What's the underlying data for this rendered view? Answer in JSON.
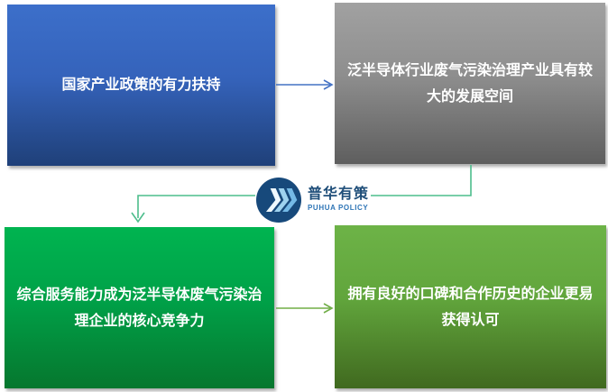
{
  "page": {
    "background_color": "#ffffff"
  },
  "diagram": {
    "boxes": [
      {
        "name": "box-policy-support",
        "label": "国家产业政策的有力扶持",
        "color_top": "#3c6fca",
        "color_bottom": "#1f4079"
      },
      {
        "name": "box-industry-space",
        "label": "泛半导体行业废气污染治理产业具有较大的发展空间",
        "color_top": "#a1a1a1",
        "color_bottom": "#5e5e5e"
      },
      {
        "name": "box-core-competitiveness",
        "label": "综合服务能力成为泛半导体废气污染治理企业的核心竞争力",
        "color_top": "#00b450",
        "color_bottom": "#06772e"
      },
      {
        "name": "box-reputation",
        "label": "拥有良好的口碑和合作历史的企业更易获得认可",
        "color_top": "#6db347",
        "color_bottom": "#40691f"
      }
    ],
    "connectors": {
      "arrow_top_color": "#4472c4",
      "elbow_color": "#4dbd8c",
      "arrow_bottom_color": "#70ad47"
    }
  },
  "logo": {
    "name_cn": "普华有策",
    "name_en": "PUHUA POLICY",
    "circle_color": "#17497b",
    "chevron_colors": [
      "#eef8fe",
      "#9ed2ef",
      "#74b9e6"
    ],
    "text_cn_color": "#1f4e79",
    "text_en_color": "#2e75b6"
  }
}
